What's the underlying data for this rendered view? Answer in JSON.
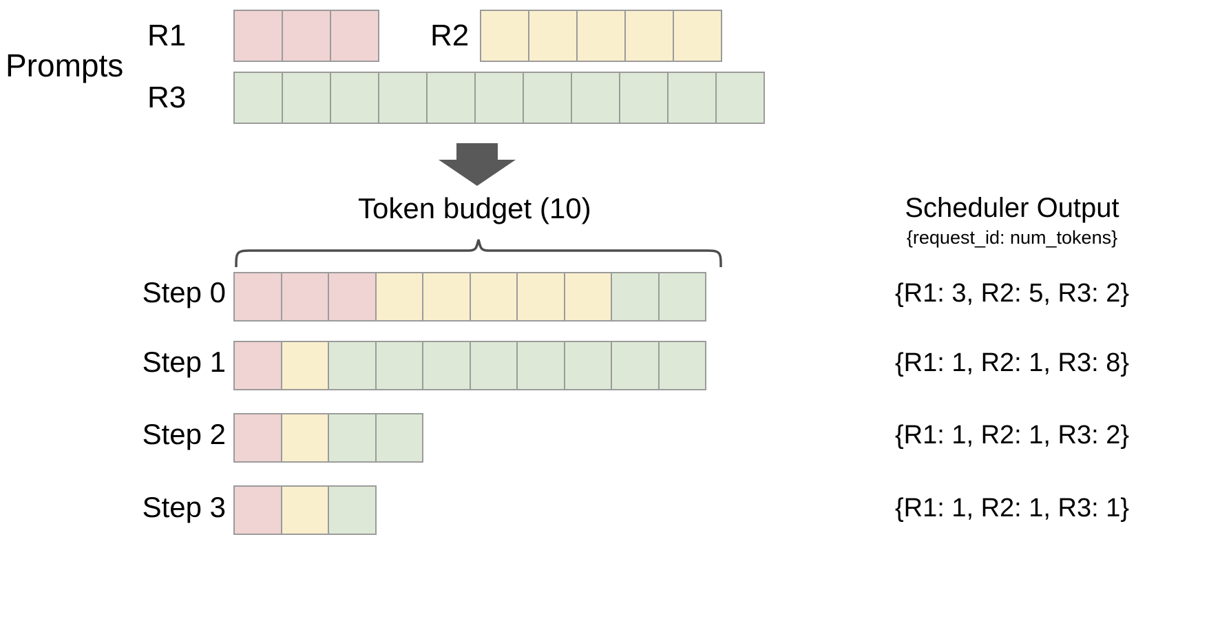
{
  "title": "Continuous batching scheduler diagram",
  "colors": {
    "r1": "#f0d3d3",
    "r2": "#faefcd",
    "r3": "#dde9d6",
    "cell_border": "#9b9b9b",
    "arrow": "#595959",
    "brace": "#4d4d4d",
    "text": "#000000",
    "background": "#ffffff"
  },
  "prompts": {
    "section_label": "Prompts",
    "requests": [
      {
        "id": "R1",
        "label": "R1",
        "tokens": 3,
        "color_key": "r1"
      },
      {
        "id": "R2",
        "label": "R2",
        "tokens": 5,
        "color_key": "r2"
      },
      {
        "id": "R3",
        "label": "R3",
        "tokens": 11,
        "color_key": "r3"
      }
    ]
  },
  "arrow": {
    "icon": "down-arrow-icon",
    "direction": "down"
  },
  "token_budget": {
    "label": "Token  budget (10)",
    "value": 10,
    "brace_icon": "curly-brace-icon"
  },
  "scheduler_output": {
    "title": "Scheduler Output",
    "subtitle": "{request_id: num_tokens}"
  },
  "steps": [
    {
      "label": "Step 0",
      "output": "{R1: 3, R2: 5, R3: 2}",
      "allocation": {
        "R1": 3,
        "R2": 5,
        "R3": 2
      },
      "segments": [
        {
          "color_key": "r1",
          "count": 3
        },
        {
          "color_key": "r2",
          "count": 5
        },
        {
          "color_key": "r3",
          "count": 2
        }
      ]
    },
    {
      "label": "Step 1",
      "output": "{R1: 1, R2: 1, R3: 8}",
      "allocation": {
        "R1": 1,
        "R2": 1,
        "R3": 8
      },
      "segments": [
        {
          "color_key": "r1",
          "count": 1
        },
        {
          "color_key": "r2",
          "count": 1
        },
        {
          "color_key": "r3",
          "count": 8
        }
      ]
    },
    {
      "label": "Step 2",
      "output": "{R1: 1, R2: 1, R3: 2}",
      "allocation": {
        "R1": 1,
        "R2": 1,
        "R3": 2
      },
      "segments": [
        {
          "color_key": "r1",
          "count": 1
        },
        {
          "color_key": "r2",
          "count": 1
        },
        {
          "color_key": "r3",
          "count": 2
        }
      ]
    },
    {
      "label": "Step 3",
      "output": "{R1: 1, R2: 1, R3: 1}",
      "allocation": {
        "R1": 1,
        "R2": 1,
        "R3": 1
      },
      "segments": [
        {
          "color_key": "r1",
          "count": 1
        },
        {
          "color_key": "r2",
          "count": 1
        },
        {
          "color_key": "r3",
          "count": 1
        }
      ]
    }
  ]
}
